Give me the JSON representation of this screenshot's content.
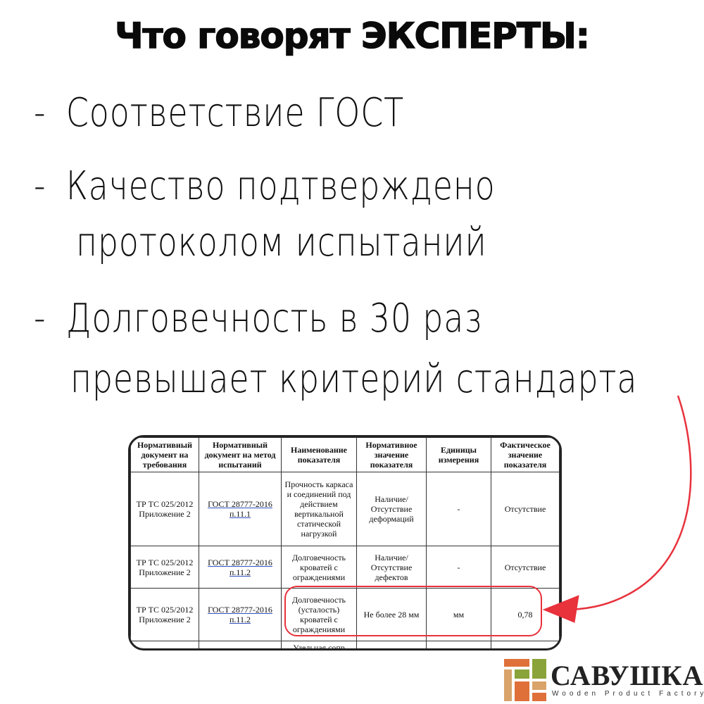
{
  "title": "Что говорят ЭКСПЕРТЫ:",
  "bullets": [
    {
      "dash": "-",
      "line1": "Соответствие ГОСТ"
    },
    {
      "dash": "-",
      "line1": "Качество подтверждено",
      "line2": "протоколом испытаний"
    },
    {
      "dash": "-",
      "line1": "Долговечность в 30 раз",
      "line2": "превышает критерий стандарта"
    }
  ],
  "table": {
    "headers": [
      "Нормативный документ на требования",
      "Нормативный документ на метод испытаний",
      "Наименование показателя",
      "Нормативное значение показателя",
      "Единицы измерения",
      "Фактическое значение показателя"
    ],
    "rows": [
      [
        "ТР ТС 025/2012 Приложение 2",
        "ГОСТ 28777-2016 п.11.1",
        "Прочность каркаса и соединений под действием вертикальной статической нагрузкой",
        "Наличие/Отсутствие деформаций",
        "-",
        "Отсутствие"
      ],
      [
        "ТР ТС 025/2012 Приложение 2",
        "ГОСТ 28777-2016 п.11.2",
        "Долговечность кроватей с ограждениями",
        "Наличие/Отсутствие дефектов",
        "-",
        "Отсутствие"
      ],
      [
        "ТР ТС 025/2012 Приложение 2",
        "ГОСТ 28777-2016 п.11.2",
        "Долговечность (усталость) кроватей с ограждениями",
        "Не более 28 мм",
        "мм",
        "0,78"
      ],
      [
        "",
        "",
        "Удельная сопр",
        "",
        "",
        ""
      ]
    ]
  },
  "colors": {
    "accent": "#e8323c",
    "tile_orange": "#e0703a",
    "tile_green": "#8aa33a",
    "tile_tan": "#d9a36a"
  },
  "logo": {
    "name": "САВУШКА",
    "tagline": "Wooden Product Factory"
  }
}
